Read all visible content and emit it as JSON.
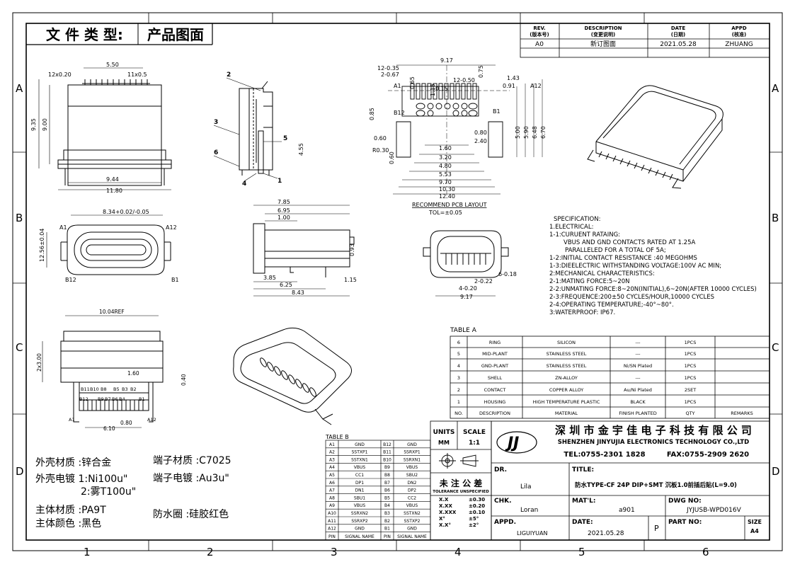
{
  "header": {
    "file_type": "文 件 类 型:",
    "file_type_value": "产品图面"
  },
  "grid": {
    "cols": [
      "1",
      "2",
      "3",
      "4",
      "5",
      "6"
    ],
    "rows": [
      "A",
      "B",
      "C",
      "D"
    ]
  },
  "revision": {
    "headers": [
      "REV.",
      "(版本号)",
      "DESCRIPTION",
      "(变更说明)",
      "DATE",
      "(日期)",
      "APPD",
      "(核准)"
    ],
    "row": {
      "rev": "A0",
      "desc": "新订图面",
      "date": "2021.05.28",
      "appd": "ZHUANG"
    }
  },
  "front_view": {
    "dims": [
      "5.50",
      "12x0.20",
      "11x0.5",
      "9.35",
      "9.00",
      "9.44",
      "11.80"
    ]
  },
  "side_view": {
    "callouts": [
      "2",
      "3",
      "4",
      "5",
      "6",
      "1"
    ],
    "dims": [
      "4.55"
    ]
  },
  "pcb": {
    "dims": [
      "9.17",
      "12-0.35",
      "2-0.67",
      "12-0.50",
      "0.75",
      "1.43",
      "0.91",
      "0.15",
      "0.65",
      "1.15",
      "0.85",
      "0.80",
      "2.40",
      "1.60",
      "3.20",
      "4.80",
      "5.53",
      "9.70",
      "10.30",
      "12.40",
      "0.60",
      "R0.30",
      "0.60",
      "5.00",
      "5.90",
      "6.48",
      "6.70"
    ],
    "pins": [
      "A1",
      "A12",
      "B12",
      "B1"
    ],
    "title": "RECOMMEND PCB LAYOUT",
    "tolerance": "TOL=±0.05"
  },
  "top_view": {
    "dims": [
      "8.34+0.02/-0.05",
      "12.56±0.04"
    ],
    "pins": [
      "A1",
      "A12",
      "B12",
      "B1"
    ]
  },
  "profile_view": {
    "dims": [
      "7.85",
      "6.95",
      "1.00",
      "0.93",
      "3.85",
      "6.25",
      "8.43",
      "1.15"
    ]
  },
  "end_view": {
    "dims": [
      "6-0.18",
      "2-0.22",
      "4-0.20",
      "9.17"
    ]
  },
  "bottom_view": {
    "dims": [
      "10.04REF",
      "2x3.00",
      "1.60",
      "0.40",
      "6.10",
      "0.80"
    ],
    "pins": [
      "B11",
      "B10",
      "B8",
      "B5",
      "B3",
      "B2",
      "B12",
      "B9",
      "B7",
      "B6",
      "B4",
      "B1",
      "A1",
      "A12"
    ]
  },
  "specification": {
    "title": "SPECIFICATION:",
    "lines": [
      "1.ELECTRICAL:",
      "1-1:CURUENT RATAING:",
      "VBUS AND GND CONTACTS RATED AT 1.25A",
      "PARALLELED FOR A TOTAL OF 5A;",
      "1-2:INITIAL CONTACT RESISTANCE :40 MEGOHMS",
      "1-3:DIEELECTRIC WITHSTANDING VOLTAGE:100V AC MIN;",
      "2:MECHANICAL CHARACTERISTICS:",
      "2-1:MATING FORCE:5~20N",
      "2-2:UNMATING FORCE:8~20N(INITIAL),6~20N(AFTER 10000 CYCLES)",
      "2-3:FREQUENCE:200±50 CYCLES/HOUR,10000 CYCLES",
      "2-4:OPERATING TEMPERATURE;-40°~80°.",
      "3:WATERPROOF: IP67."
    ]
  },
  "table_a": {
    "title": "TABLE A",
    "headers": [
      "NO.",
      "DESCRIPTION",
      "MATERIAL",
      "FINISH PLANTED",
      "QTY",
      "REMARKS"
    ],
    "rows": [
      [
        "6",
        "RING",
        "SILICON",
        "---",
        "1PCS",
        ""
      ],
      [
        "5",
        "MID-PLANT",
        "STAINLESS STEEL",
        "---",
        "1PCS",
        ""
      ],
      [
        "4",
        "GND-PLANT",
        "STAINLESS STEEL",
        "Ni/SN Plated",
        "1PCS",
        ""
      ],
      [
        "3",
        "SHELL",
        "ZN-ALLOY",
        "---",
        "1PCS",
        ""
      ],
      [
        "2",
        "CONTACT",
        "COPPER ALLOY",
        "Au/Ni Plated",
        "2SET",
        ""
      ],
      [
        "1",
        "HOUSING",
        "HIGH TEMPERATURE PLASTIC",
        "BLACK",
        "1PCS",
        ""
      ]
    ]
  },
  "table_b": {
    "title": "TABLE B",
    "headers": [
      "PIN",
      "SIGNAL NAME",
      "PIN",
      "SIGNAL NAME"
    ],
    "rows": [
      [
        "A1",
        "GND",
        "B12",
        "GND"
      ],
      [
        "A2",
        "SSTXP1",
        "B11",
        "SSRXP1"
      ],
      [
        "A3",
        "SSTXN1",
        "B10",
        "SSRXN1"
      ],
      [
        "A4",
        "VBUS",
        "B9",
        "VBUS"
      ],
      [
        "A5",
        "CC1",
        "B8",
        "SBU2"
      ],
      [
        "A6",
        "DP1",
        "B7",
        "DN2"
      ],
      [
        "A7",
        "DN1",
        "B6",
        "DP2"
      ],
      [
        "A8",
        "SBU1",
        "B5",
        "CC2"
      ],
      [
        "A9",
        "VBUS",
        "B4",
        "VBUS"
      ],
      [
        "A10",
        "SSRXN2",
        "B3",
        "SSTXN2"
      ],
      [
        "A11",
        "SSRXP2",
        "B2",
        "SSTXP2"
      ],
      [
        "A12",
        "GND",
        "B1",
        "GND"
      ]
    ]
  },
  "materials": {
    "shell_material": "外壳材质 :锌合金",
    "shell_plating_1": "外壳电镀 1:Ni100u\"",
    "shell_plating_2": "2:雾T100u\"",
    "body_material": "主体材质 :PA9T",
    "body_color": "主体颜色 :黑色",
    "terminal_material": "端子材质 :C7025",
    "terminal_plating": "端子电镀 :Au3u\"",
    "waterproof_ring": "防水圈 :硅胶红色"
  },
  "title_block": {
    "units_label": "UNITS",
    "units": "MM",
    "scale_label": "SCALE",
    "scale": "1:1",
    "tol_title": "未 注 公 差",
    "tol_sub": "TOLERANCE UNSPECIFIED",
    "tol_rows": [
      [
        "X.X",
        "±0.30"
      ],
      [
        "X.XX",
        "±0.20"
      ],
      [
        "X.XXX",
        "±0.10"
      ],
      [
        "X°",
        "±5°"
      ],
      [
        "X.X°",
        "±2°"
      ]
    ],
    "logo": "JJ",
    "company_cn": "深 圳 市 金 宇 佳 电 子 科 技 有 限 公 司",
    "company_en": "SHENZHEN JINYUJIA ELECTRONICS TECHNOLOGY CO.,LTD",
    "tel": "TEL:0755-2301 1828",
    "fax": "FAX:0755-2909 2620",
    "dr_label": "DR.",
    "dr": "Lila",
    "title_label": "TITLE:",
    "title": "防水TYPE-CF 24P DIP+SMT 沉板1.0前插后贴(L=9.0)",
    "chk_label": "CHK.",
    "chk": "Loran",
    "mat_label": "MAT'L:",
    "mat": "a901",
    "dwg_label": "DWG NO:",
    "dwg": "JYJUSB-WPD016V",
    "appd_label": "APPD.",
    "appd": "LIGUIYUAN",
    "date_label": "DATE:",
    "date": "2021.05.28",
    "p_mark": "P",
    "part_label": "PART NO:",
    "size_label": "SIZE",
    "size": "A4"
  }
}
